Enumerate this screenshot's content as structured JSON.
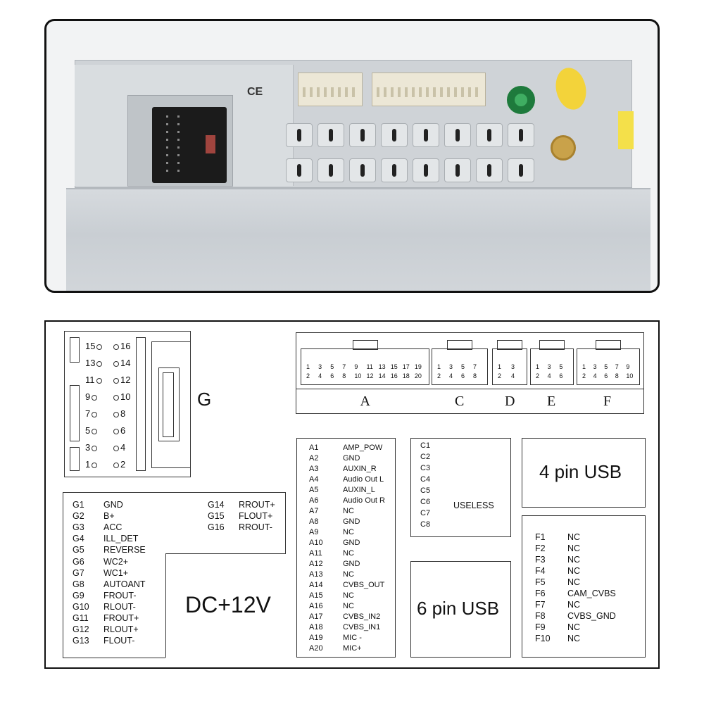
{
  "photo": {
    "ce_mark": "CE"
  },
  "g_connector": {
    "label": "G",
    "pins": [
      "15",
      "16",
      "13",
      "14",
      "11",
      "12",
      "9",
      "10",
      "7",
      "8",
      "5",
      "6",
      "3",
      "4",
      "1",
      "2"
    ]
  },
  "header_connectors": {
    "names": [
      "A",
      "C",
      "D",
      "E",
      "F"
    ],
    "A": {
      "odd": [
        "1",
        "3",
        "5",
        "7",
        "9",
        "11",
        "13",
        "15",
        "17",
        "19"
      ],
      "even": [
        "2",
        "4",
        "6",
        "8",
        "10",
        "12",
        "14",
        "16",
        "18",
        "20"
      ]
    },
    "C": {
      "odd": [
        "1",
        "3",
        "5",
        "7"
      ],
      "even": [
        "2",
        "4",
        "6",
        "8"
      ]
    },
    "D": {
      "odd": [
        "1",
        "3"
      ],
      "even": [
        "2",
        "4"
      ]
    },
    "E": {
      "odd": [
        "1",
        "3",
        "5"
      ],
      "even": [
        "2",
        "4",
        "6"
      ]
    },
    "F": {
      "odd": [
        "1",
        "3",
        "5",
        "7",
        "9"
      ],
      "even": [
        "2",
        "4",
        "6",
        "8",
        "10"
      ]
    }
  },
  "g_pinout": [
    {
      "pin": "G1",
      "signal": "GND"
    },
    {
      "pin": "G2",
      "signal": "B+"
    },
    {
      "pin": "G3",
      "signal": "ACC"
    },
    {
      "pin": "G4",
      "signal": "ILL_DET"
    },
    {
      "pin": "G5",
      "signal": "REVERSE"
    },
    {
      "pin": "G6",
      "signal": "WC2+"
    },
    {
      "pin": "G7",
      "signal": "WC1+"
    },
    {
      "pin": "G8",
      "signal": "AUTOANT"
    },
    {
      "pin": "G9",
      "signal": "FROUT-"
    },
    {
      "pin": "G10",
      "signal": "RLOUT-"
    },
    {
      "pin": "G11",
      "signal": "FROUT+"
    },
    {
      "pin": "G12",
      "signal": "RLOUT+"
    },
    {
      "pin": "G13",
      "signal": "FLOUT-"
    },
    {
      "pin": "G14",
      "signal": "RROUT+"
    },
    {
      "pin": "G15",
      "signal": "FLOUT+"
    },
    {
      "pin": "G16",
      "signal": "RROUT-"
    }
  ],
  "dc_label": "DC+12V",
  "a_pinout": [
    {
      "pin": "A1",
      "signal": "AMP_POW"
    },
    {
      "pin": "A2",
      "signal": "GND"
    },
    {
      "pin": "A3",
      "signal": "AUXIN_R"
    },
    {
      "pin": "A4",
      "signal": "Audio Out L"
    },
    {
      "pin": "A5",
      "signal": "AUXIN_L"
    },
    {
      "pin": "A6",
      "signal": "Audio Out R"
    },
    {
      "pin": "A7",
      "signal": "NC"
    },
    {
      "pin": "A8",
      "signal": "GND"
    },
    {
      "pin": "A9",
      "signal": "NC"
    },
    {
      "pin": "A10",
      "signal": "GND"
    },
    {
      "pin": "A11",
      "signal": "NC"
    },
    {
      "pin": "A12",
      "signal": "GND"
    },
    {
      "pin": "A13",
      "signal": "NC"
    },
    {
      "pin": "A14",
      "signal": "CVBS_OUT"
    },
    {
      "pin": "A15",
      "signal": "NC"
    },
    {
      "pin": "A16",
      "signal": "NC"
    },
    {
      "pin": "A17",
      "signal": "CVBS_IN2"
    },
    {
      "pin": "A18",
      "signal": "CVBS_IN1"
    },
    {
      "pin": "A19",
      "signal": "MIC -"
    },
    {
      "pin": "A20",
      "signal": "MIC+"
    }
  ],
  "c_pinout": {
    "pins": [
      "C1",
      "C2",
      "C3",
      "C4",
      "C5",
      "C6",
      "C7",
      "C8"
    ],
    "note": "USELESS"
  },
  "usb4_label": "4 pin USB",
  "usb6_label": "6 pin USB",
  "f_pinout": [
    {
      "pin": "F1",
      "signal": "NC"
    },
    {
      "pin": "F2",
      "signal": "NC"
    },
    {
      "pin": "F3",
      "signal": "NC"
    },
    {
      "pin": "F4",
      "signal": "NC"
    },
    {
      "pin": "F5",
      "signal": "NC"
    },
    {
      "pin": "F6",
      "signal": "CAM_CVBS"
    },
    {
      "pin": "F7",
      "signal": "NC"
    },
    {
      "pin": "F8",
      "signal": "CVBS_GND"
    },
    {
      "pin": "F9",
      "signal": "NC"
    },
    {
      "pin": "F10",
      "signal": "NC"
    }
  ]
}
